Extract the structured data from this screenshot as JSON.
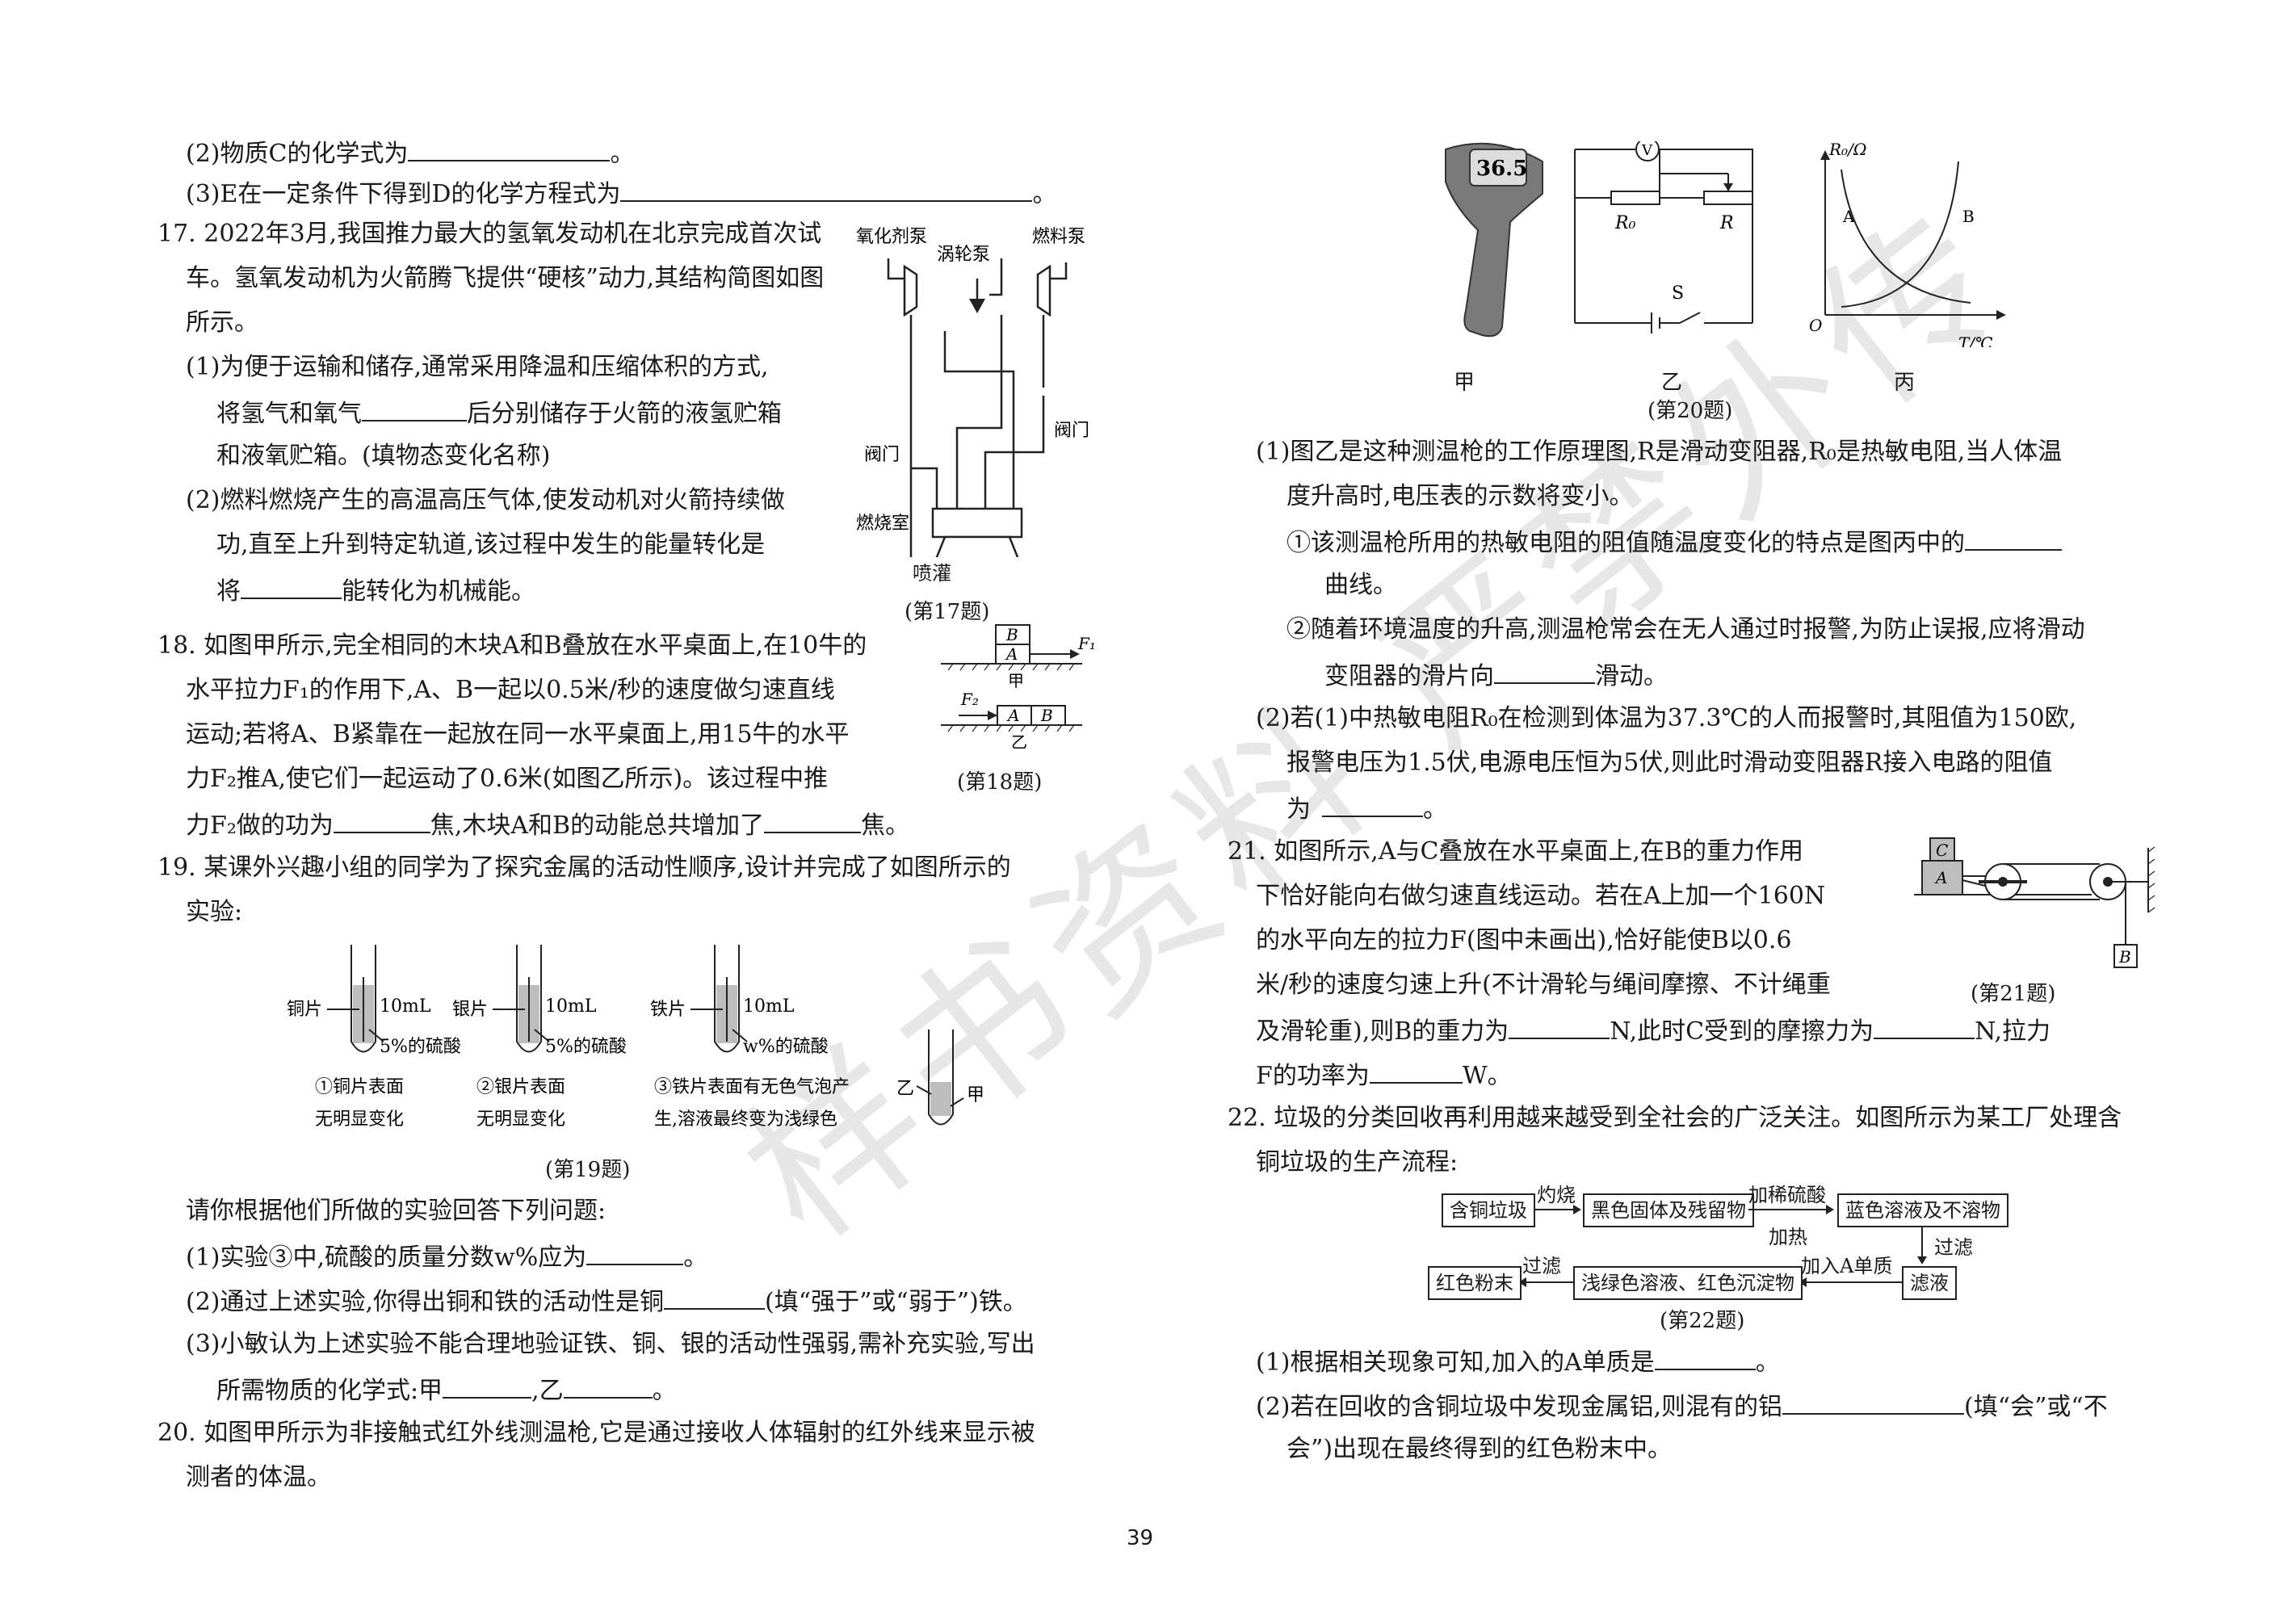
{
  "page_number": "39",
  "watermark": "样书资料 严禁外传",
  "q16": {
    "p2": "(2)物质C的化学式为",
    "p2_end": "。",
    "p3": "(3)E在一定条件下得到D的化学方程式为",
    "p3_end": "。"
  },
  "q17": {
    "l1": "17.  2022年3月,我国推力最大的氢氧发动机在北京完成首次试",
    "l2": "车。氢氧发动机为火箭腾飞提供“硬核”动力,其结构简图如图",
    "l3": "所示。",
    "l4": "(1)为便于运输和储存,通常采用降温和压缩体积的方式,",
    "l5a": "将氢气和氧气",
    "l5b": "后分别储存于火箭的液氢贮箱",
    "l6": "和液氧贮箱。(填物态变化名称)",
    "l7": "(2)燃料燃烧产生的高温高压气体,使发动机对火箭持续做",
    "l8": "功,直至上升到特定轨道,该过程中发生的能量转化是",
    "l9a": "将",
    "l9b": "能转化为机械能。",
    "fig": {
      "oxidizer_pump": "氧化剂泵",
      "turbo_pump": "涡轮泵",
      "fuel_pump": "燃料泵",
      "valve_left": "阀门",
      "valve_right": "阀门",
      "combustion": "燃烧室",
      "nozzle": "喷灌",
      "caption": "(第17题)"
    }
  },
  "q18": {
    "l1": "18.  如图甲所示,完全相同的木块A和B叠放在水平桌面上,在10牛的",
    "l2": "水平拉力F₁的作用下,A、B一起以0.5米/秒的速度做匀速直线",
    "l3": "运动;若将A、B紧靠在一起放在同一水平桌面上,用15牛的水平",
    "l4": "力F₂推A,使它们一起运动了0.6米(如图乙所示)。该过程中推",
    "l5a": "力F₂做的功为",
    "l5b": "焦,木块A和B的动能总共增加了",
    "l5c": "焦。",
    "fig": {
      "block_a": "A",
      "block_b": "B",
      "force1": "F₁",
      "force2": "F₂",
      "label_jia": "甲",
      "label_yi": "乙",
      "caption": "(第18题)"
    }
  },
  "q19": {
    "l1": "19.  某课外兴趣小组的同学为了探究金属的活动性顺序,设计并完成了如图所示的",
    "l2": "实验:",
    "tubes": [
      {
        "metal": "铜片",
        "volume": "10mL",
        "acid": "5%的硫酸",
        "obs1": "①铜片表面",
        "obs2": "无明显变化"
      },
      {
        "metal": "银片",
        "volume": "10mL",
        "acid": "5%的硫酸",
        "obs1": "②银片表面",
        "obs2": "无明显变化"
      },
      {
        "metal": "铁片",
        "volume": "10mL",
        "acid": "w%的硫酸",
        "obs1": "③铁片表面有无色气泡产",
        "obs2": "生,溶液最终变为浅绿色"
      }
    ],
    "tube4_yi": "乙",
    "tube4_jia": "甲",
    "caption": "(第19题)",
    "intro": "请你根据他们所做的实验回答下列问题:",
    "s1a": "(1)实验③中,硫酸的质量分数w%应为",
    "s1b": "。",
    "s2a": "(2)通过上述实验,你得出铜和铁的活动性是铜",
    "s2b": "(填“强于”或“弱于”)铁。",
    "s3": "(3)小敏认为上述实验不能合理地验证铁、铜、银的活动性强弱,需补充实验,写出",
    "s3b_a": "所需物质的化学式:甲",
    "s3b_b": ",乙",
    "s3b_c": "。"
  },
  "q20": {
    "l1": "20.  如图甲所示为非接触式红外线测温枪,它是通过接收人体辐射的红外线来显示被",
    "l2": "测者的体温。",
    "fig": {
      "display": "36.5",
      "volt": "V",
      "r0": "R₀",
      "r": "R",
      "switch": "S",
      "graph_y": "R₀/Ω",
      "graph_x": "T/℃",
      "origin": "O",
      "curve_a": "A",
      "curve_b": "B",
      "label_jia": "甲",
      "label_yi": "乙",
      "label_bing": "丙",
      "caption": "(第20题)"
    },
    "p1": "(1)图乙是这种测温枪的工作原理图,R是滑动变阻器,R₀是热敏电阻,当人体温",
    "p2": "度升高时,电压表的示数将变小。",
    "p3": "①该测温枪所用的热敏电阻的阻值随温度变化的特点是图丙中的",
    "p4": "曲线。",
    "p5": "②随着环境温度的升高,测温枪常会在无人通过时报警,为防止误报,应将滑动",
    "p6a": "变阻器的滑片向",
    "p6b": "滑动。",
    "p7": "(2)若(1)中热敏电阻R₀在检测到体温为37.3℃的人而报警时,其阻值为150欧,",
    "p8": "报警电压为1.5伏,电源电压恒为5伏,则此时滑动变阻器R接入电路的阻值",
    "p9a": "为",
    "p9b": "。"
  },
  "q21": {
    "l1": "21.  如图所示,A与C叠放在水平桌面上,在B的重力作用",
    "l2": "下恰好能向右做匀速直线运动。若在A上加一个160N",
    "l3": "的水平向左的拉力F(图中未画出),恰好能使B以0.6",
    "l4": "米/秒的速度匀速上升(不计滑轮与绳间摩擦、不计绳重",
    "l5a": "及滑轮重),则B的重力为",
    "l5b": "N,此时C受到的摩擦力为",
    "l5c": "N,拉力",
    "l6a": "F的功率为",
    "l6b": "W。",
    "fig": {
      "c": "C",
      "a": "A",
      "b": "B",
      "caption": "(第21题)"
    }
  },
  "q22": {
    "l1": "22.  垃圾的分类回收再利用越来越受到全社会的广泛关注。如图所示为某工厂处理含",
    "l2": "铜垃圾的生产流程:",
    "flow": {
      "box1": "含铜垃圾",
      "arrow1": "灼烧",
      "box2": "黑色固体及残留物",
      "arrow2_top": "加稀硫酸",
      "arrow2_bottom": "加热",
      "box3": "蓝色溶液及不溶物",
      "arrow3": "过滤",
      "box4": "滤液",
      "arrow4": "加入A单质",
      "box5": "浅绿色溶液、红色沉淀物",
      "arrow5": "过滤",
      "box6": "红色粉末",
      "caption": "(第22题)"
    },
    "s1a": "(1)根据相关现象可知,加入的A单质是",
    "s1b": "。",
    "s2a": "(2)若在回收的含铜垃圾中发现金属铝,则混有的铝",
    "s2b": "(填“会”或“不",
    "s2c": "会”)出现在最终得到的红色粉末中。"
  }
}
